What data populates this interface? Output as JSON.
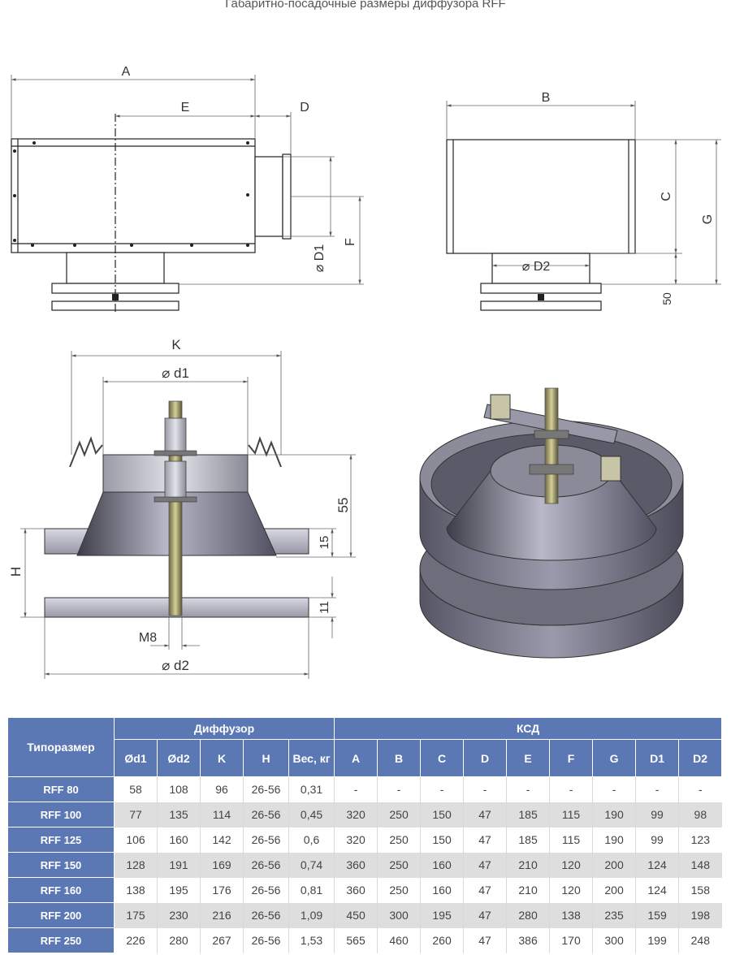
{
  "title": "Габаритно-посадочные размеры диффузора RFF",
  "dims": {
    "A": "A",
    "B": "B",
    "C": "C",
    "D": "D",
    "E": "E",
    "F": "F",
    "G": "G",
    "D1": "⌀ D1",
    "D2": "⌀ D2",
    "v50": "50",
    "K": "K",
    "d1": "⌀ d1",
    "d2": "⌀ d2",
    "H": "H",
    "M8": "M8",
    "v55": "55",
    "v15": "15",
    "v11": "11"
  },
  "table": {
    "row_header": "Типоразмер",
    "group_diffuser": "Диффузор",
    "group_ksd": "КСД",
    "cols": [
      "Ød1",
      "Ød2",
      "K",
      "H",
      "Вес, кг",
      "A",
      "B",
      "C",
      "D",
      "E",
      "F",
      "G",
      "D1",
      "D2"
    ],
    "rows": [
      {
        "name": "RFF  80",
        "values": [
          "58",
          "108",
          "96",
          "26-56",
          "0,31",
          "-",
          "-",
          "-",
          "-",
          "-",
          "-",
          "-",
          "-",
          "-"
        ]
      },
      {
        "name": "RFF  100",
        "values": [
          "77",
          "135",
          "114",
          "26-56",
          "0,45",
          "320",
          "250",
          "150",
          "47",
          "185",
          "115",
          "190",
          "99",
          "98"
        ]
      },
      {
        "name": "RFF  125",
        "values": [
          "106",
          "160",
          "142",
          "26-56",
          "0,6",
          "320",
          "250",
          "150",
          "47",
          "185",
          "115",
          "190",
          "99",
          "123"
        ]
      },
      {
        "name": "RFF  150",
        "values": [
          "128",
          "191",
          "169",
          "26-56",
          "0,74",
          "360",
          "250",
          "160",
          "47",
          "210",
          "120",
          "200",
          "124",
          "148"
        ]
      },
      {
        "name": "RFF  160",
        "values": [
          "138",
          "195",
          "176",
          "26-56",
          "0,81",
          "360",
          "250",
          "160",
          "47",
          "210",
          "120",
          "200",
          "124",
          "158"
        ]
      },
      {
        "name": "RFF  200",
        "values": [
          "175",
          "230",
          "216",
          "26-56",
          "1,09",
          "450",
          "300",
          "195",
          "47",
          "280",
          "138",
          "235",
          "159",
          "198"
        ]
      },
      {
        "name": "RFF  250",
        "values": [
          "226",
          "280",
          "267",
          "26-56",
          "1,53",
          "565",
          "460",
          "260",
          "47",
          "386",
          "170",
          "300",
          "199",
          "248"
        ]
      }
    ]
  },
  "colors": {
    "header_blue": "#5b78b4",
    "alt_row": "#dedede"
  }
}
